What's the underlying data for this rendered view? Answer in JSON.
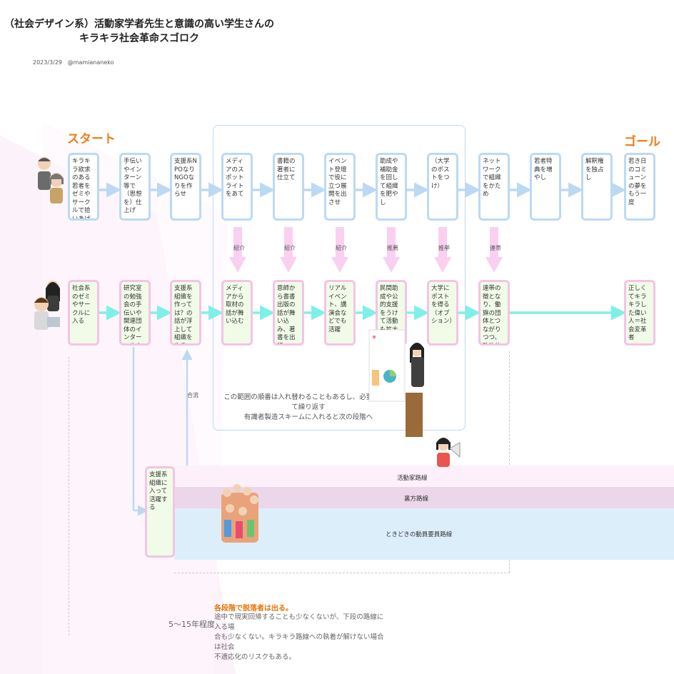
{
  "title": {
    "line1": "（社会デザイン系）活動家学者先生と意識の高い学生さんの",
    "line2": "キラキラ社会革命スゴロク"
  },
  "meta": {
    "date": "2023/3/29",
    "author": "@mamiananeko"
  },
  "start_label": "スタート",
  "goal_label": "ゴール",
  "top_row": [
    "キラキラ欲求のある若者をゼミやサークルで拾いあげ",
    "手伝いやインターン等で（思想を）仕上げ",
    "支援系NPOなりNGOなりを作らせ",
    "メディアのスポットライトをあて",
    "書籍の著者に仕立て",
    "イベント登壇で役に立つ展開を出させ",
    "助成や補助金を回して組織を肥やし",
    "（大学のポストをつけ）",
    "ネットワークで組織をかため",
    "若者特典を増やし",
    "解釈権を独占し",
    "若き日のコミューンの夢をもう一度"
  ],
  "bottom_row": [
    "社会系のゼミやサークルに入る",
    "研究室の勉強会の手伝いや関連団体のインターンをやる",
    "支援系組織を作っては？の話が浮上して組織を作る",
    "メディアから取材の話が舞い込む",
    "恩師から書書出版の話が舞い込み、著書を出版",
    "リアルイベント、講演会などでも活躍",
    "民間助成や公的支援をうけて活動も拡大知名度もUP",
    "大学にポストを得る（オプション）",
    "連帯の徴となり、働旗の団体とつながりつつ、政治的なカをもつ",
    "正しくてキラキラした偉い人＝社会変革者"
  ],
  "connectors": [
    "紹介",
    "紹介",
    "紹介",
    "推薦",
    "推挙",
    "連帯"
  ],
  "merge_label": "合流",
  "range_note": {
    "line1": "この範囲の順番は入れ替わることもあるし、必要に応じて繰り返す",
    "line2": "有識者製造スキームに入れると次の段階へ"
  },
  "side_box": "支援系組織に入って活躍する",
  "bands": [
    {
      "label": "活動家路線",
      "color": "#fdf0fb"
    },
    {
      "label": "裏方路線",
      "color": "#ecd6ea"
    },
    {
      "label": "ときどきの動員要員路線",
      "color": "#ddeefb"
    }
  ],
  "duration": "5〜15年程度",
  "note": {
    "title": "各段階で脱落者は出る。",
    "body1": "途中で現実回帰することも少なくないが、下段の路線に入る場",
    "body2": "合も少なくない。キラキラ路線への執着が解けない場合は社会",
    "body3": "不適応化のリスクもある。"
  },
  "colors": {
    "accent": "#ee7d1a",
    "top_border": "#bcd9f3",
    "bottom_border": "#f4c3e6",
    "top_arrow": "#bcd9f3",
    "bottom_arrow": "#7ff0e8",
    "connector_arrow": "#f9d0f0"
  }
}
